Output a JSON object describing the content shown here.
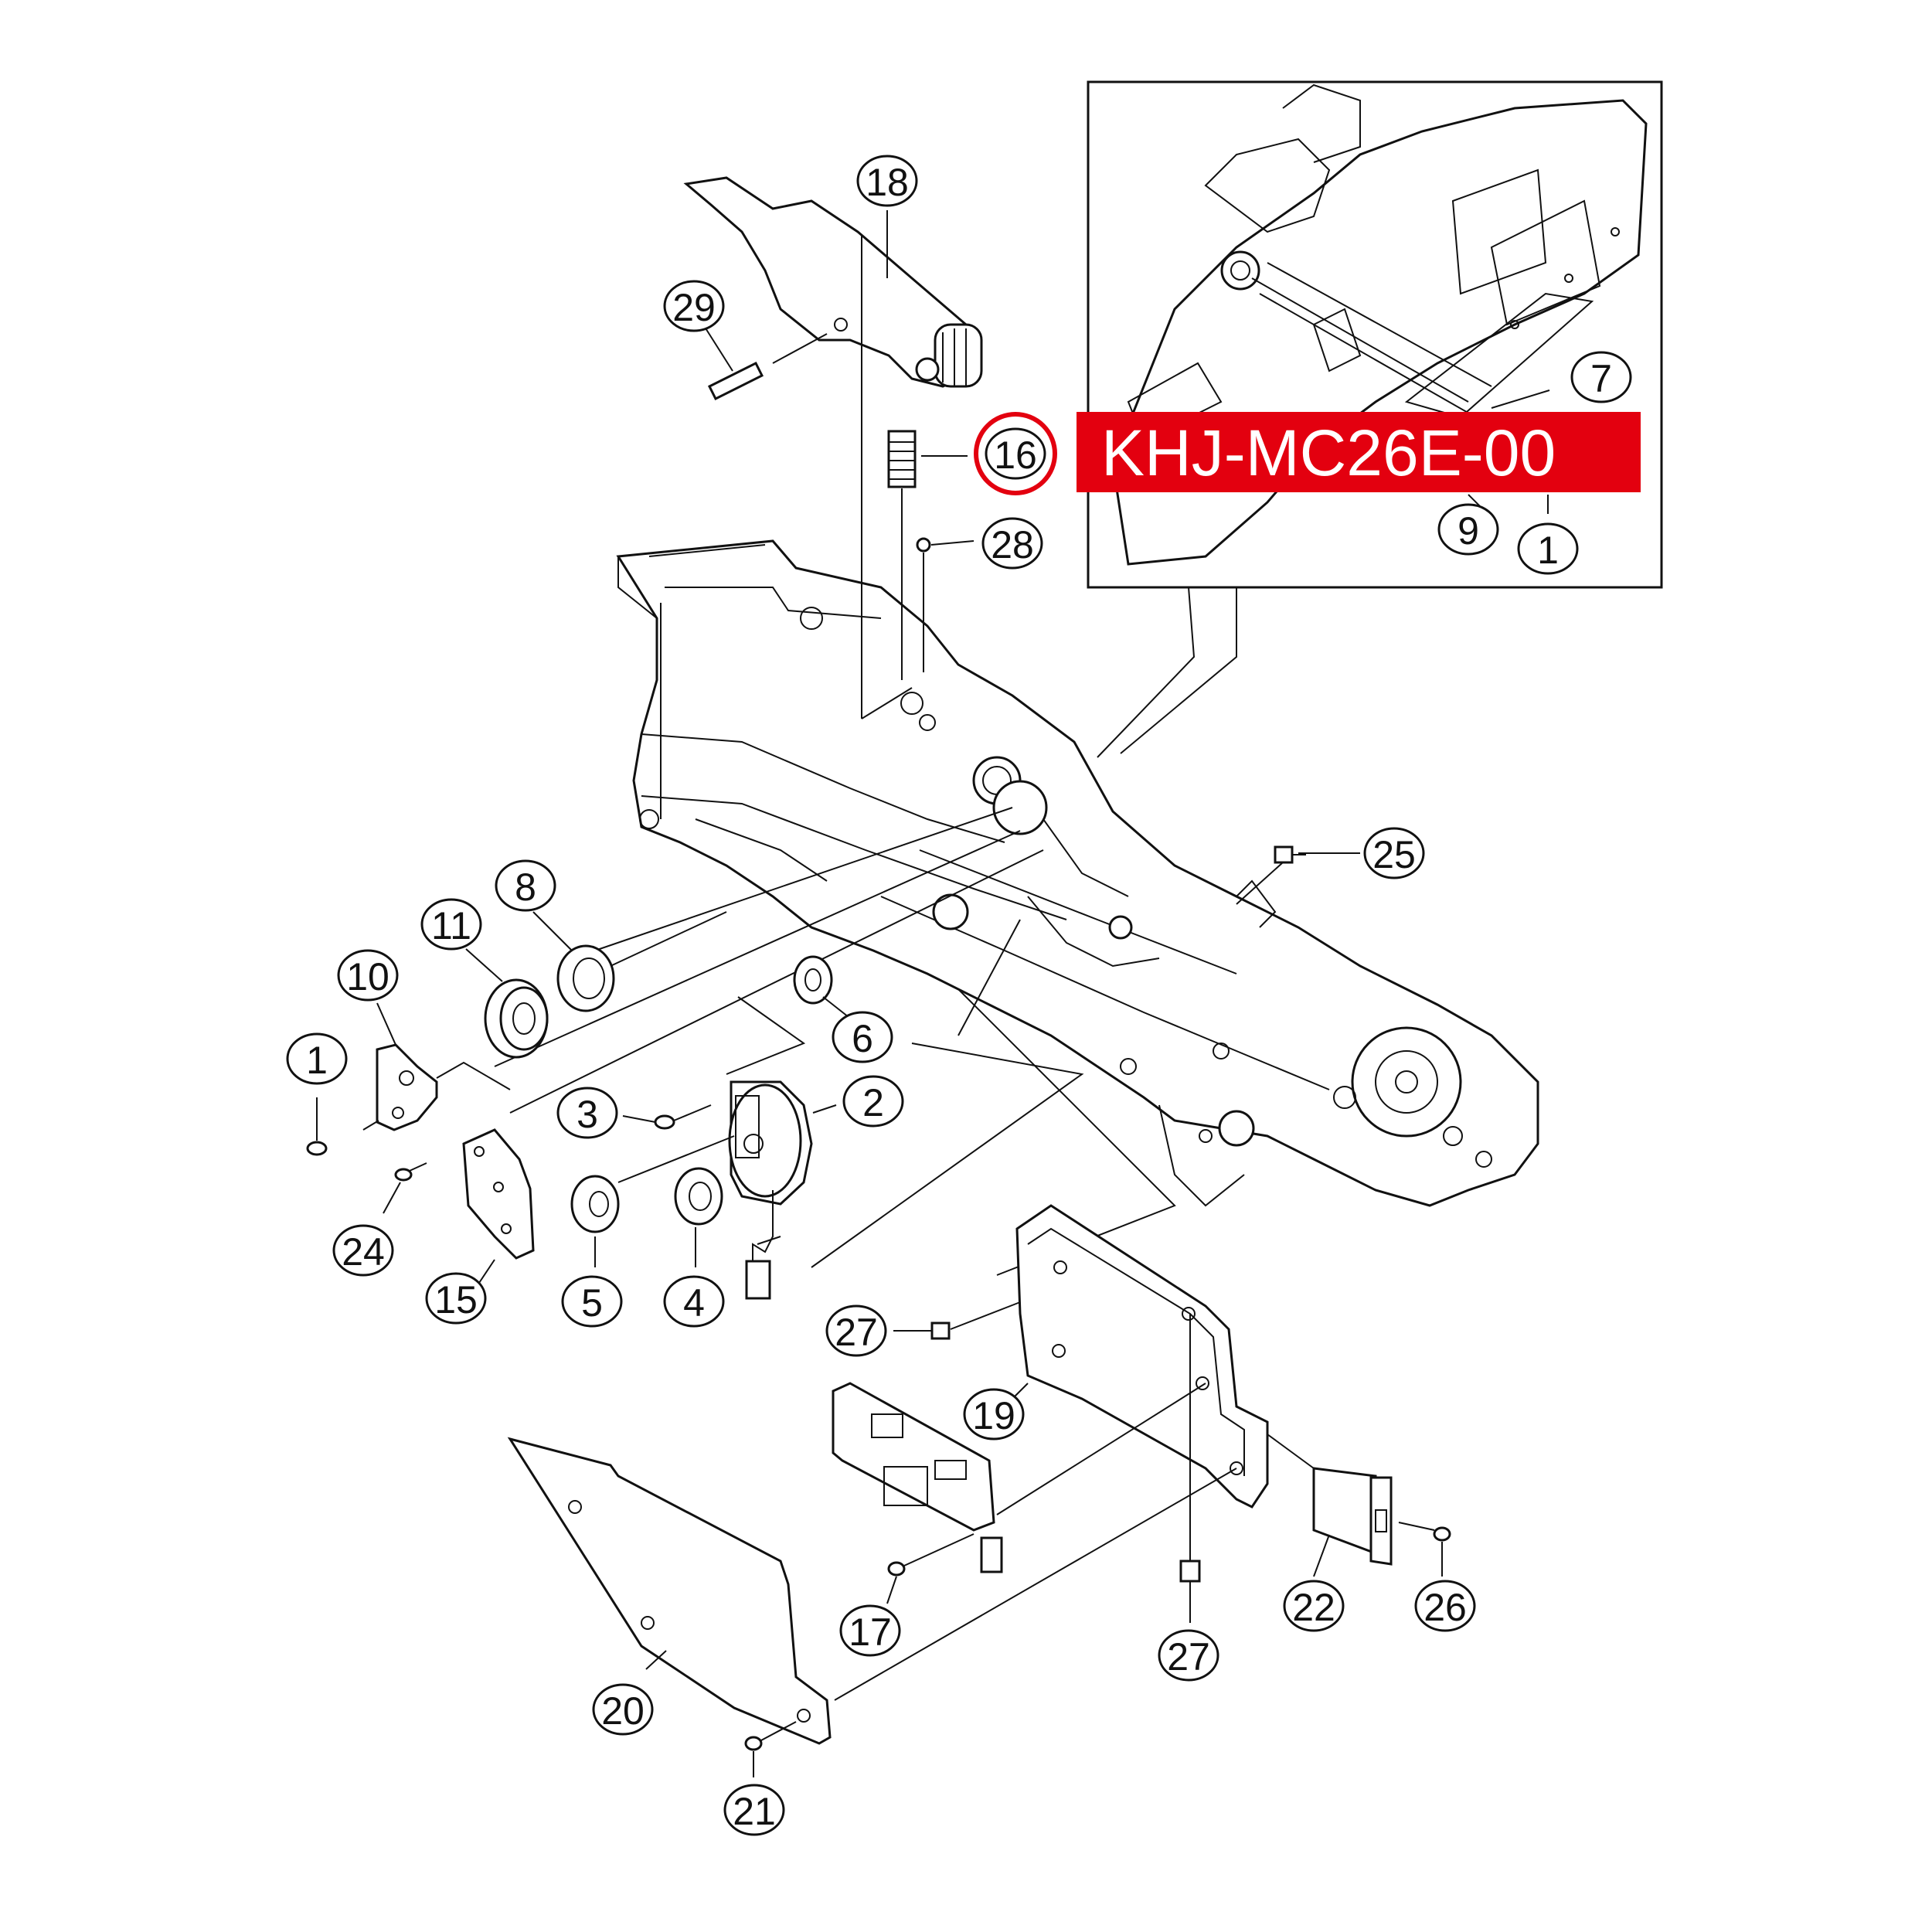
{
  "part_number": "KHJ-MC26E-00",
  "highlight_color": "#e3000f",
  "callouts": [
    {
      "id": "1a",
      "label": "1"
    },
    {
      "id": "1b",
      "label": "1"
    },
    {
      "id": "2",
      "label": "2"
    },
    {
      "id": "3",
      "label": "3"
    },
    {
      "id": "4",
      "label": "4"
    },
    {
      "id": "5",
      "label": "5"
    },
    {
      "id": "6",
      "label": "6"
    },
    {
      "id": "7",
      "label": "7"
    },
    {
      "id": "8",
      "label": "8"
    },
    {
      "id": "9",
      "label": "9"
    },
    {
      "id": "10",
      "label": "10"
    },
    {
      "id": "11",
      "label": "11"
    },
    {
      "id": "15",
      "label": "15"
    },
    {
      "id": "16",
      "label": "16"
    },
    {
      "id": "17",
      "label": "17"
    },
    {
      "id": "18",
      "label": "18"
    },
    {
      "id": "19",
      "label": "19"
    },
    {
      "id": "20",
      "label": "20"
    },
    {
      "id": "21",
      "label": "21"
    },
    {
      "id": "22",
      "label": "22"
    },
    {
      "id": "24",
      "label": "24"
    },
    {
      "id": "25",
      "label": "25"
    },
    {
      "id": "26",
      "label": "26"
    },
    {
      "id": "27a",
      "label": "27"
    },
    {
      "id": "27b",
      "label": "27"
    },
    {
      "id": "28",
      "label": "28"
    },
    {
      "id": "29",
      "label": "29"
    }
  ]
}
